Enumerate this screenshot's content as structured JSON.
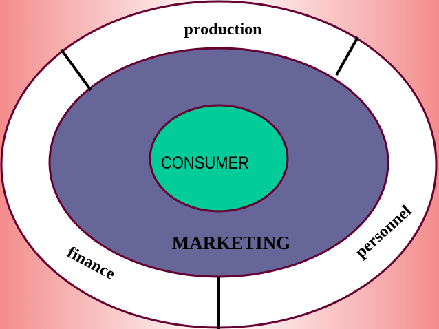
{
  "diagram": {
    "center_label": "CONSUMER",
    "middle_label": "MARKETING",
    "outer_labels": {
      "top": "production",
      "left": "finance",
      "right": "personnel"
    }
  },
  "colors": {
    "background_edge": "#f48c8c",
    "outer_ring": "#ffffff",
    "middle_ring": "#666699",
    "center": "#00cc99",
    "stroke": "#660033",
    "divider": "#000000",
    "text": "#000000"
  }
}
